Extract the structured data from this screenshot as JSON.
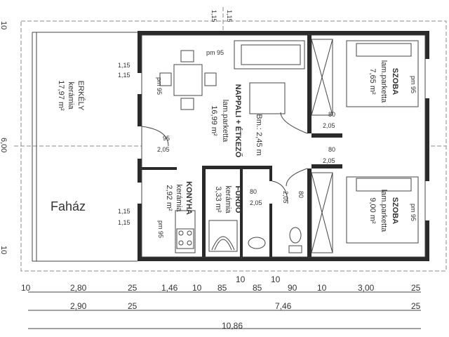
{
  "rooms": {
    "erkely": {
      "name": "ERKÉLY",
      "floor": "kerámia",
      "area": "17,97 m²"
    },
    "nappali": {
      "name": "NAPPALI + ÉTKEZŐ",
      "floor": "lam.parketta",
      "area": "16,99 m²"
    },
    "bm": "Bm.: 2,45 m",
    "konyha": {
      "name": "KONYHA",
      "floor": "kerámia",
      "area": "2,92 m²"
    },
    "furdo": {
      "name": "FÜRDŐ",
      "floor": "kerámia",
      "area": "3,33 m²"
    },
    "szoba1": {
      "name": "SZOBA",
      "floor": "lam.parketta",
      "area": "7,65 m²"
    },
    "szoba2": {
      "name": "SZOBA",
      "floor": "lam.parketta",
      "area": "9,00 m²"
    }
  },
  "caption": "Faház",
  "marks": {
    "pm95_top": "pm 95",
    "pm95_nappali": "pm 95",
    "pm95_konyha": "pm 95",
    "pm95_szoba1": "pm 95",
    "pm95_szoba2": "pm 95",
    "w115_top_a": "1,15",
    "w115_top_b": "1,15",
    "w115_l_a": "1,15",
    "w115_l_b": "1,15",
    "w115_k_a": "1,15",
    "w115_k_b": "1,15",
    "d95": "95",
    "d205": "2,05",
    "door1_a": "80",
    "door1_b": "2,05",
    "door2_a": "80",
    "door2_b": "2,05",
    "door3_a": "80",
    "door3_b": "2,05",
    "door4_a": "80",
    "door4_b": "2,05",
    "left_top": "10",
    "left_mid": "6,00",
    "left_bot": "10"
  },
  "dims": {
    "row1": [
      "10",
      "2,80",
      "25",
      "1,46",
      "10",
      "85",
      "10",
      "85",
      "10",
      "90",
      "10",
      "3,00",
      "25"
    ],
    "row2": [
      "2,90",
      "25",
      "7,46",
      "25"
    ],
    "total": "10,86"
  }
}
